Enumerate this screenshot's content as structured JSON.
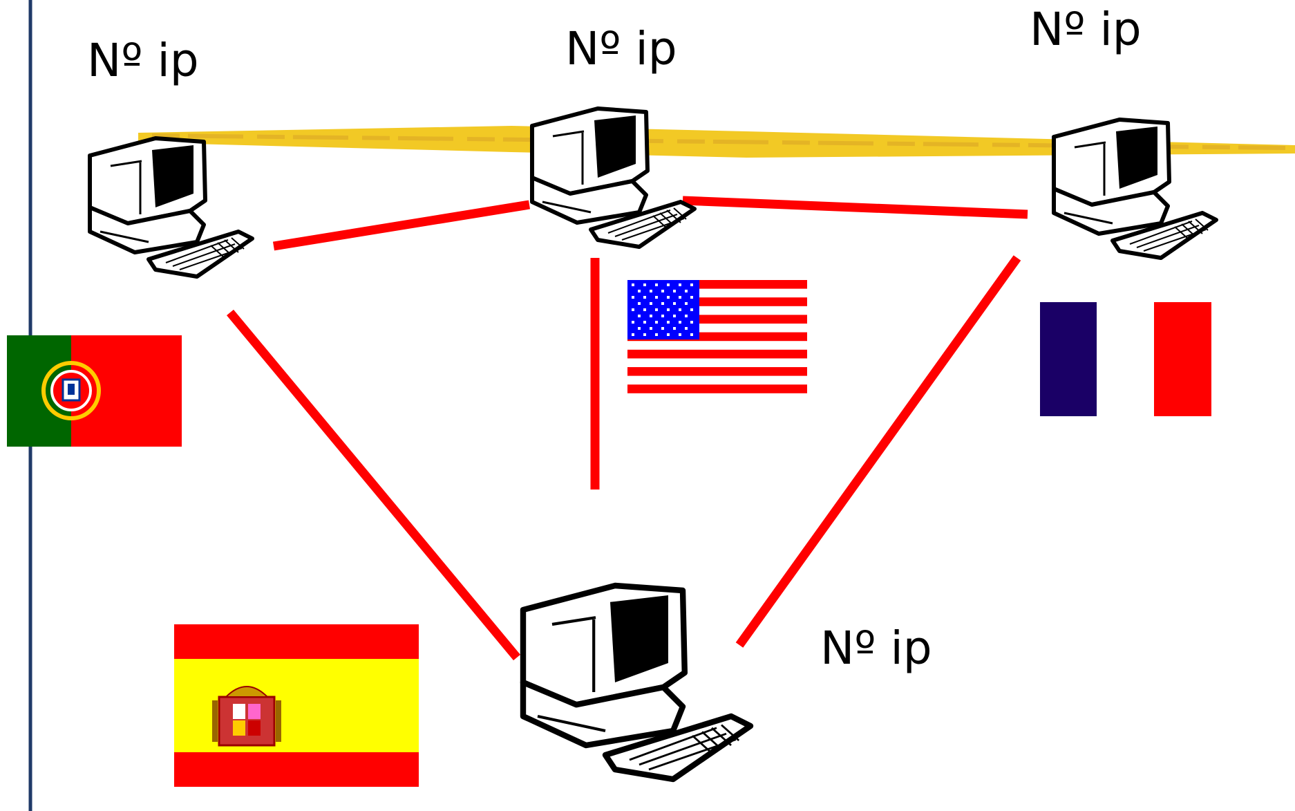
{
  "colors": {
    "link": "#ff0000",
    "backbone": "#f0c000",
    "slide_rule": "#1f3a68",
    "computer_outline": "#000000",
    "computer_screen": "#000000"
  },
  "nodes": [
    {
      "id": "portugal",
      "label": "Nº ip",
      "flag": "portugal-flag"
    },
    {
      "id": "usa",
      "label": "Nº ip",
      "flag": "usa-flag"
    },
    {
      "id": "france",
      "label": "Nº ip",
      "flag": "france-flag"
    },
    {
      "id": "spain",
      "label": "Nº ip",
      "flag": "spain-flag"
    }
  ],
  "links": [
    [
      "portugal",
      "usa"
    ],
    [
      "usa",
      "france"
    ],
    [
      "usa",
      "spain"
    ],
    [
      "portugal",
      "spain"
    ],
    [
      "france",
      "spain"
    ]
  ],
  "flags": {
    "portugal": {
      "colors": [
        "#006600",
        "#ff0000"
      ]
    },
    "usa": {
      "colors": [
        "#ff0000",
        "#ffffff",
        "#0000ff"
      ]
    },
    "france": {
      "colors": [
        "#1a0066",
        "#ffffff",
        "#ff0000"
      ]
    },
    "spain": {
      "colors": [
        "#ff0000",
        "#ffff00"
      ]
    }
  }
}
